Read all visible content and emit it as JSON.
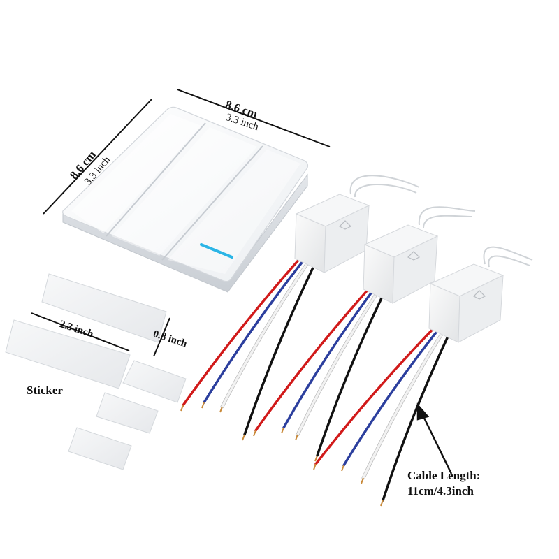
{
  "switch_panel": {
    "width_cm": "8.6 cm",
    "width_inch": "3.3 inch",
    "height_cm": "8.6 cm",
    "height_inch": "3.3 inch",
    "gang_count": 3,
    "indicator_color": "#2bb5e6"
  },
  "stickers": {
    "label": "Sticker",
    "large_width": "2.3 inch",
    "small_height": "0.8 inch"
  },
  "receivers": {
    "count": 3,
    "wire_colors": [
      "#d11a1a",
      "#2c3f9e",
      "#f2f2f2",
      "#111111"
    ]
  },
  "cable": {
    "label": "Cable Length:",
    "value": "11cm/4.3inch"
  }
}
